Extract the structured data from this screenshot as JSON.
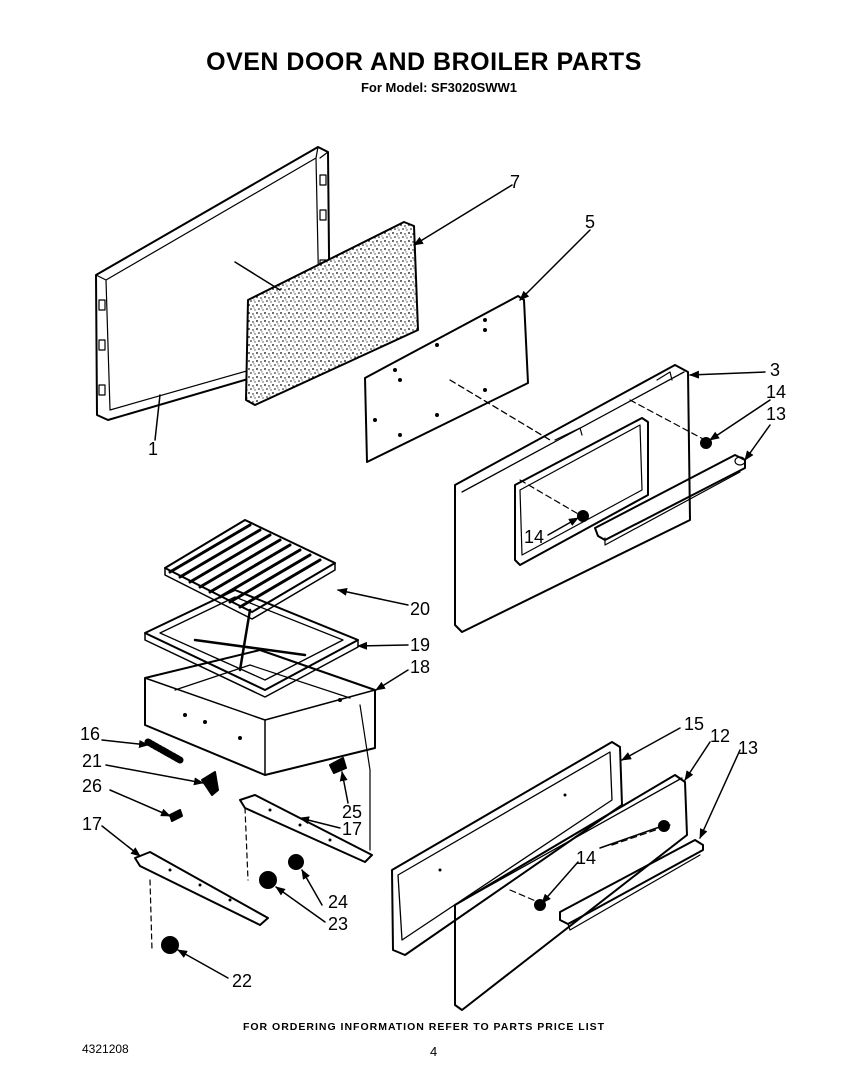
{
  "title": "OVEN DOOR AND BROILER PARTS",
  "subtitle": "For Model: SF3020SWW1",
  "footer_note": "FOR ORDERING INFORMATION REFER TO PARTS PRICE LIST",
  "document_number": "4321208",
  "page_number": "4",
  "callouts": {
    "c1": "1",
    "c3": "3",
    "c5": "5",
    "c7": "7",
    "c12": "12",
    "c13a": "13",
    "c13b": "13",
    "c14a": "14",
    "c14b": "14",
    "c14c": "14",
    "c15": "15",
    "c16": "16",
    "c17a": "17",
    "c17b": "17",
    "c18": "18",
    "c19": "19",
    "c20": "20",
    "c21": "21",
    "c22": "22",
    "c23": "23",
    "c24": "24",
    "c25": "25",
    "c26": "26"
  }
}
